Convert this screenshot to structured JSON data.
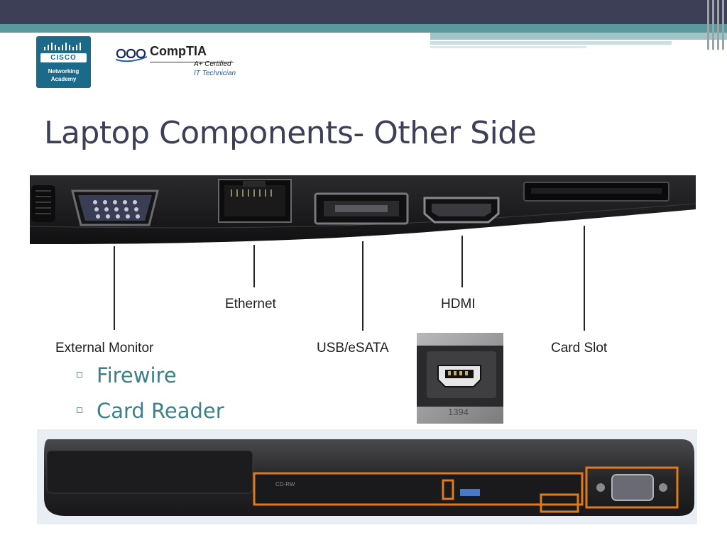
{
  "slide": {
    "title": "Laptop Components- Other Side",
    "colors": {
      "title": "#3d3f57",
      "bullet_text": "#3f7f87",
      "header_bar": "#3d3f57",
      "teal": "#5a9a9f",
      "highlight_orange": "#e07a1f"
    }
  },
  "logos": {
    "cisco": {
      "wordmark": "CISCO",
      "caption_line1": "Networking",
      "caption_line2": "Academy"
    },
    "comptia": {
      "wordmark": "CompTIA",
      "cert_line": "A+ Certified",
      "tech_line": "IT Technician"
    }
  },
  "port_labels": {
    "external_monitor": "External Monitor",
    "ethernet": "Ethernet",
    "usb_esata": "USB/eSATA",
    "hdmi": "HDMI",
    "card_slot": "Card Slot"
  },
  "bullets": [
    "Firewire",
    "Card Reader"
  ],
  "firewire_photo": {
    "port_number": "1394"
  },
  "icons": [
    "cisco-logo-icon",
    "comptia-logo-icon",
    "vga-port-icon",
    "ethernet-port-icon",
    "usb-esata-port-icon",
    "hdmi-port-icon",
    "card-slot-icon",
    "firewire-port-icon"
  ]
}
